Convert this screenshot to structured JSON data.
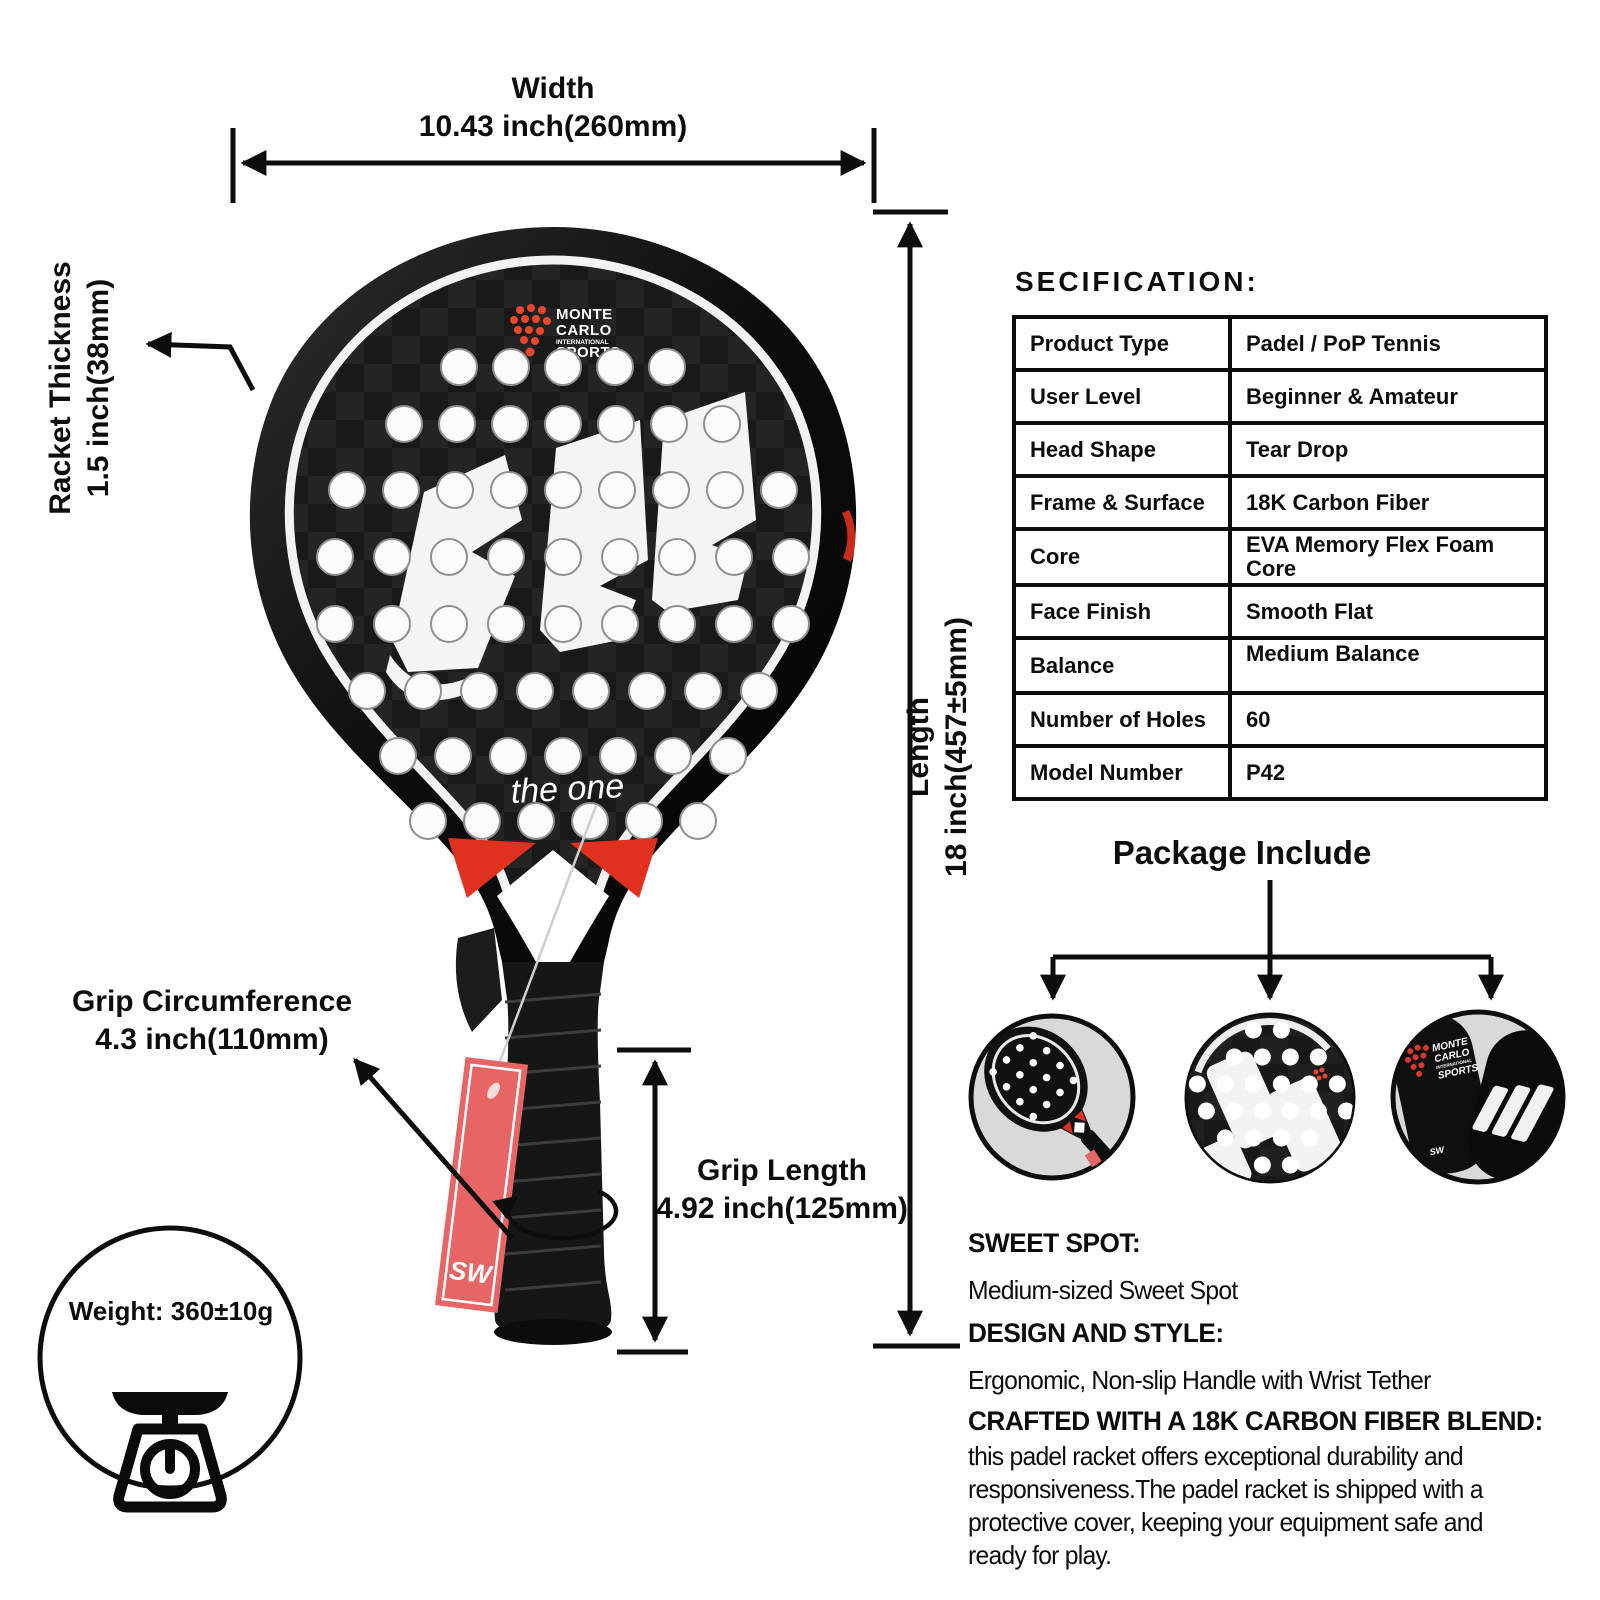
{
  "dimensions": {
    "width_label": "Width",
    "width_value": "10.43 inch(260mm)",
    "thickness_label": "Racket Thickness",
    "thickness_value": "1.5 inch(38mm)",
    "length_label": "Length",
    "length_value": "18 inch(457±5mm)",
    "grip_circumference_label": "Grip Circumference",
    "grip_circumference_value": "4.3 inch(110mm)",
    "grip_length_label": "Grip Length",
    "grip_length_value": "4.92 inch(125mm)",
    "weight_text": "Weight: 360±10g"
  },
  "racket": {
    "brand": [
      "MONTE",
      "CARLO",
      "INTERNATIONAL",
      "SPORTS"
    ],
    "face_text": "the one",
    "tag_text": "SW"
  },
  "specification": {
    "title": "SECIFICATION:",
    "rows": [
      {
        "label": "Product Type",
        "value": "Padel / PoP Tennis"
      },
      {
        "label": "User Level",
        "value": "Beginner & Amateur"
      },
      {
        "label": "Head Shape",
        "value": "Tear Drop"
      },
      {
        "label": "Frame & Surface",
        "value": "18K Carbon Fiber"
      },
      {
        "label": "Core",
        "value": "EVA Memory Flex Foam Core"
      },
      {
        "label": "Face Finish",
        "value": "Smooth Flat"
      },
      {
        "label": "Balance",
        "value": "Medium Balance"
      },
      {
        "label": "Number of Holes",
        "value": "60"
      },
      {
        "label": "Model Number",
        "value": "P42"
      }
    ]
  },
  "package": {
    "title": "Package Include",
    "items": [
      "padel-racket",
      "racket-face-closeup",
      "protective-covers"
    ]
  },
  "features": [
    {
      "heading": "SWEET SPOT:",
      "body": "Medium-sized Sweet Spot"
    },
    {
      "heading": "DESIGN AND STYLE:",
      "body": "Ergonomic, Non-slip Handle with Wrist Tether"
    },
    {
      "heading": "CRAFTED WITH A 18K CARBON FIBER BLEND:",
      "body": "this padel racket offers exceptional durability and\nresponsiveness.The padel racket is shipped with a\n protective cover, keeping your equipment safe and\nready for play."
    }
  ],
  "colors": {
    "accent_red": "#e0301e",
    "tag_red": "#e86565",
    "line_black": "#0d0d0d",
    "circle_bg": "#d9d9d9"
  }
}
